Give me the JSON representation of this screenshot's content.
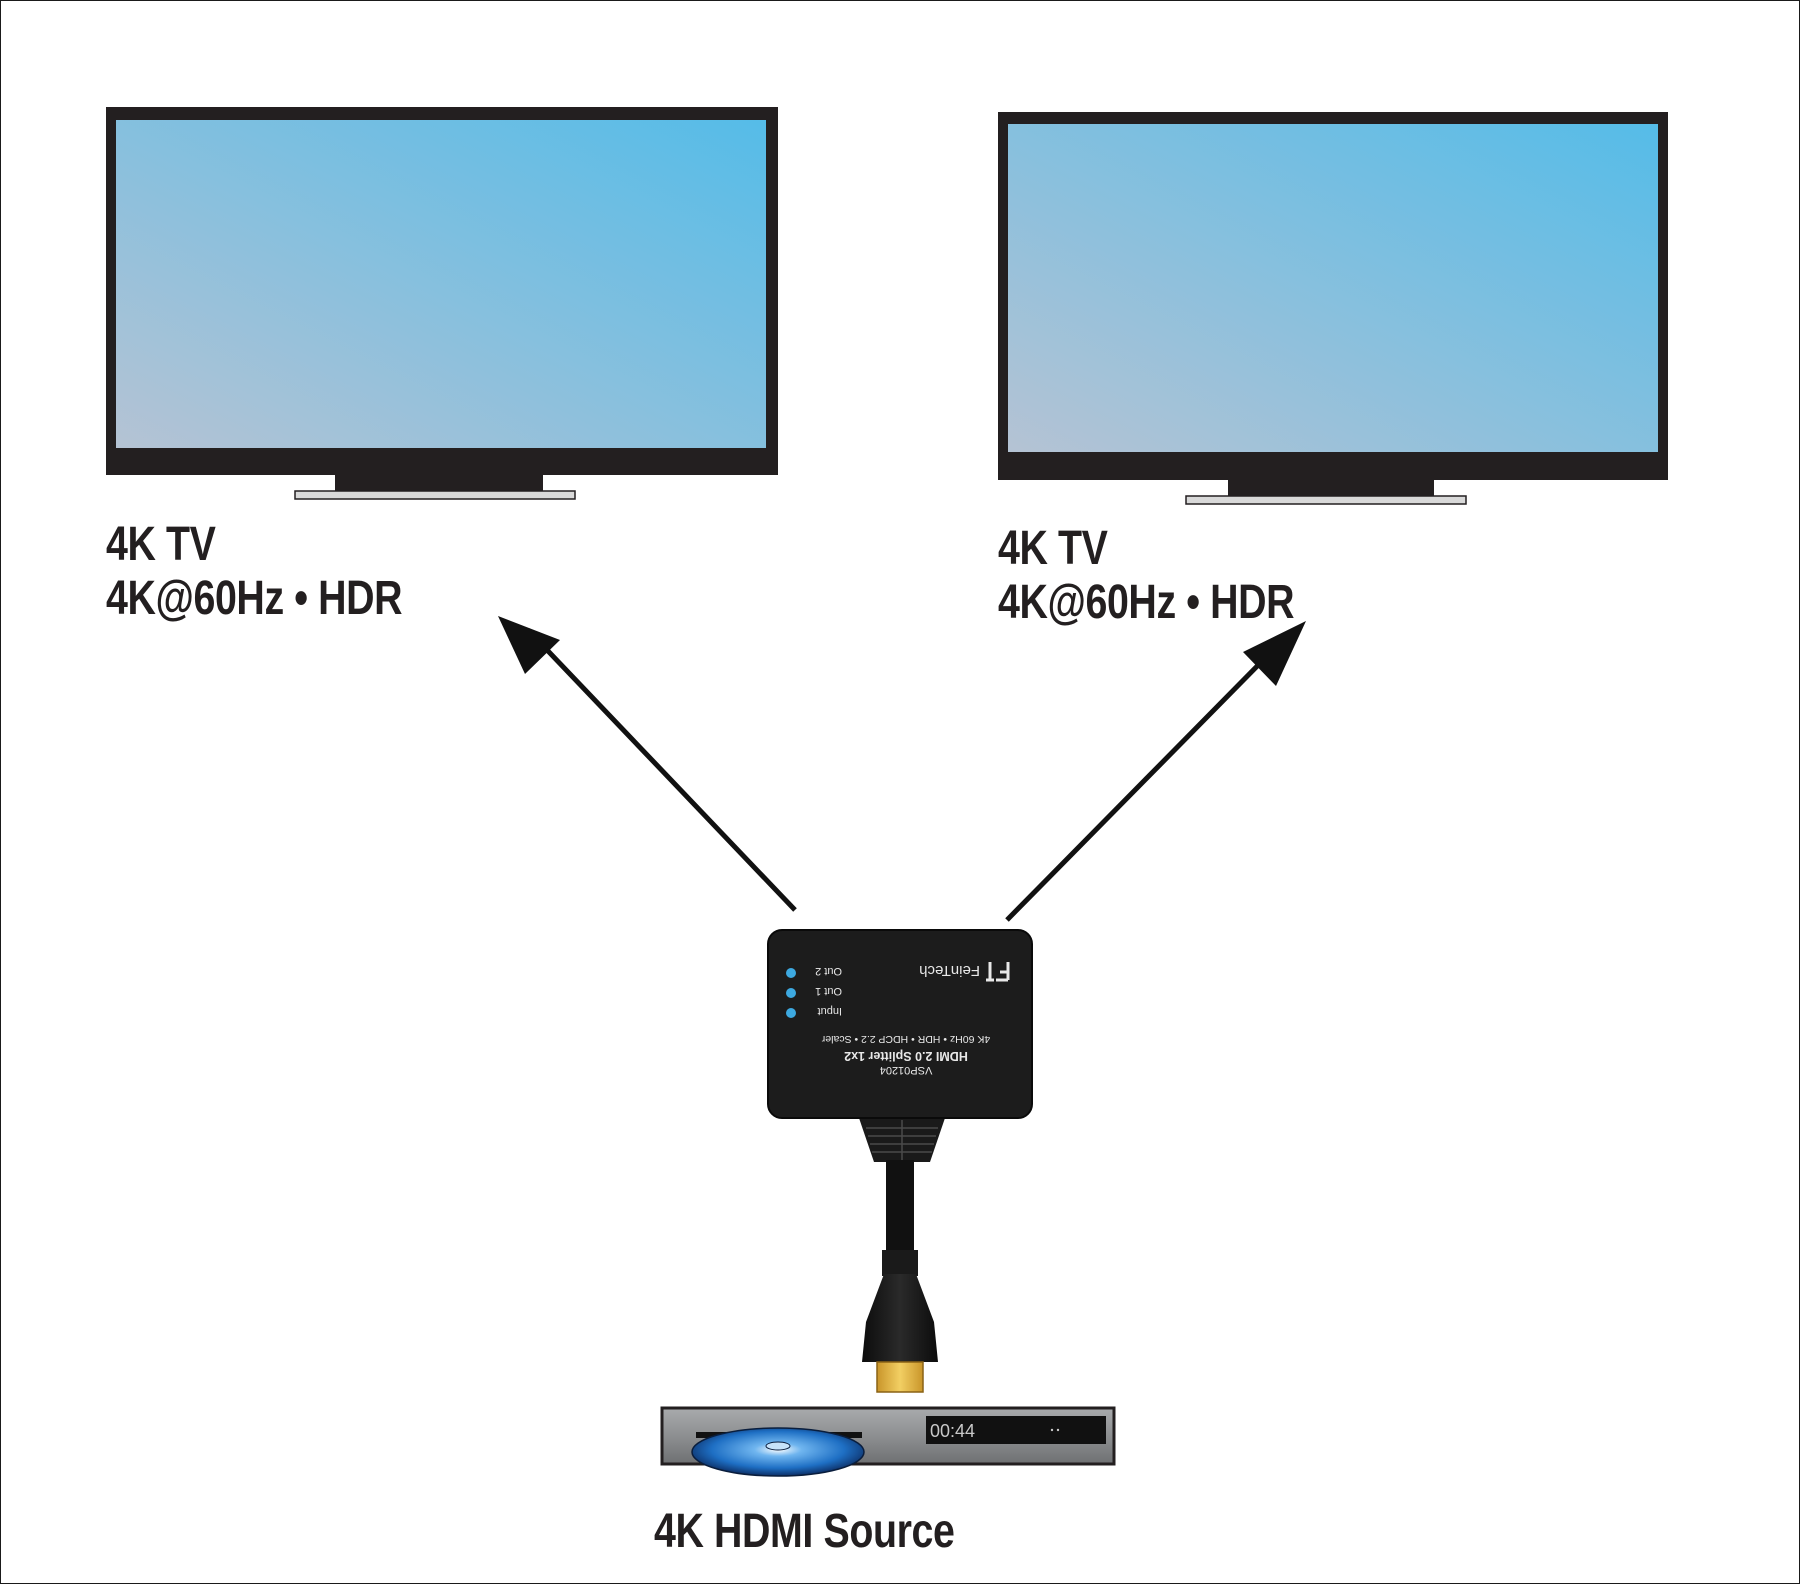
{
  "tv_left": {
    "title": "4K TV",
    "spec": "4K@60Hz • HDR"
  },
  "tv_right": {
    "title": "4K TV",
    "spec": "4K@60Hz • HDR"
  },
  "splitter": {
    "brand": "FeinTech",
    "leds": [
      {
        "label": "Out 2",
        "color": "#3da9e0"
      },
      {
        "label": "Out 1",
        "color": "#3da9e0"
      },
      {
        "label": "Input",
        "color": "#3da9e0"
      }
    ],
    "features": "4K 60Hz • HDR • HDCP 2.2 • Scaler",
    "product_name": "HDMI 2.0 Splitter 1x2",
    "model": "VSP01204"
  },
  "source": {
    "label": "4K HDMI Source",
    "display_time": "00:44"
  },
  "colors": {
    "screen_light": "#b5c3d4",
    "screen_dark": "#55bce8",
    "bezel": "#231f20",
    "arrow": "#111111",
    "connector_gold": "#e2b43c",
    "player_body": "#8d8f91",
    "disc_blue": "#1e6fc4"
  }
}
